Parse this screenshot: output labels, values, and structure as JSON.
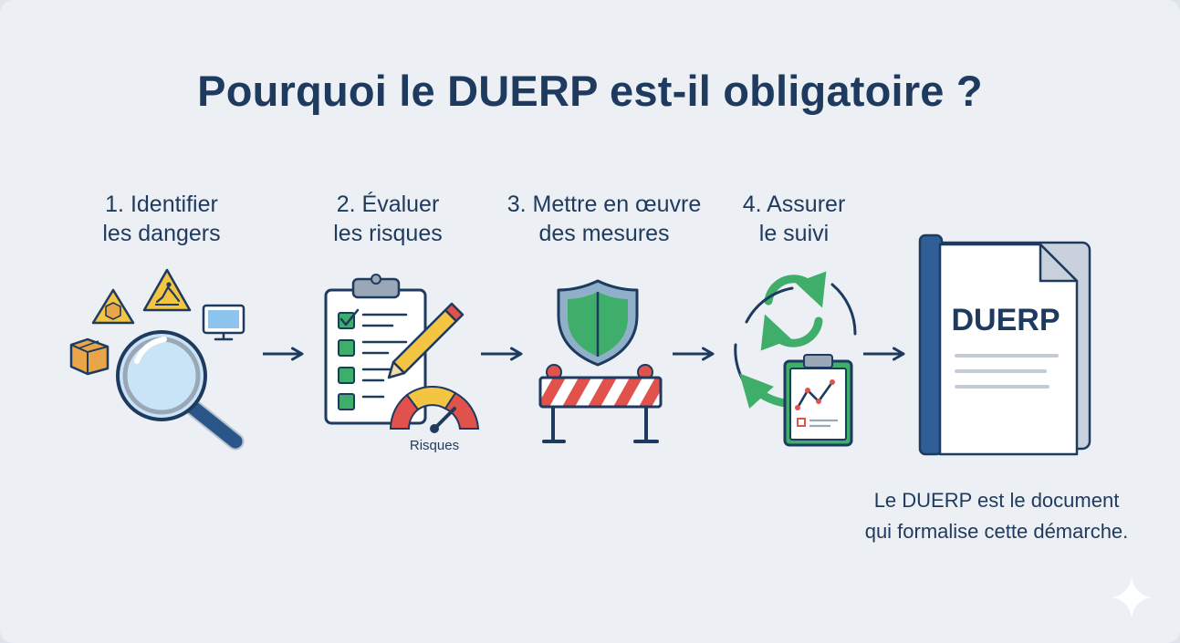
{
  "title": "Pourquoi le DUERP est-il obligatoire ?",
  "steps": [
    {
      "line1": "1. Identifier",
      "line2": "les dangers"
    },
    {
      "line1": "2. Évaluer",
      "line2": "les risques",
      "gauge_label": "Risques"
    },
    {
      "line1": "3. Mettre en œuvre",
      "line2": "des mesures"
    },
    {
      "line1": "4. Assurer",
      "line2": "le suivi"
    }
  ],
  "document": {
    "label": "DUERP"
  },
  "caption": {
    "line1": "Le DUERP est le document",
    "line2": "qui formalise cette démarche."
  },
  "colors": {
    "navy": "#1e3a5f",
    "green": "#3fae6a",
    "yellow": "#f4c542",
    "red": "#e0524b",
    "blue": "#2f5f96"
  },
  "icons": [
    "warning-icon",
    "box-icon",
    "monitor-icon",
    "magnifier-icon",
    "clipboard-icon",
    "pencil-icon",
    "gauge-icon",
    "shield-icon",
    "barrier-icon",
    "cycle-arrows-icon",
    "chart-clipboard-icon",
    "document-icon",
    "arrow-right-icon",
    "sparkle-icon"
  ]
}
